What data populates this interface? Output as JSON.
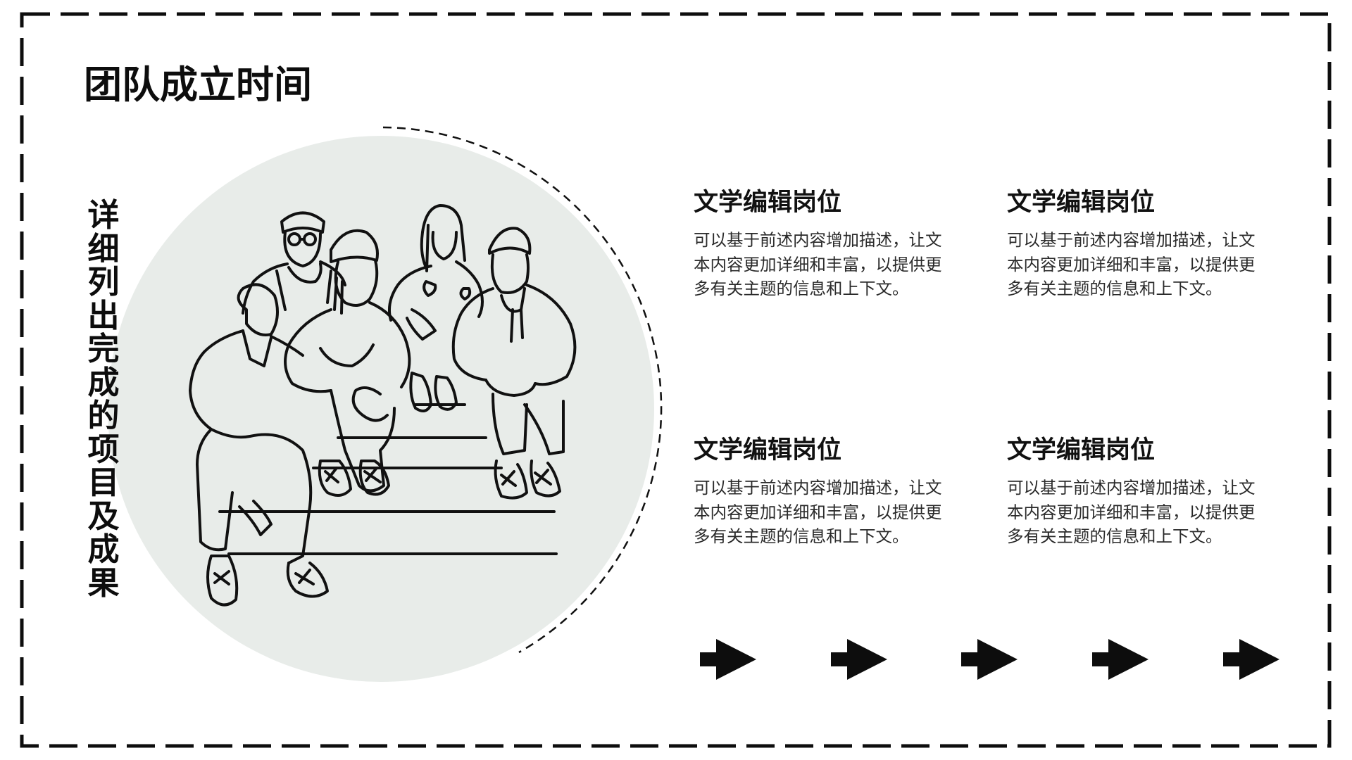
{
  "slide": {
    "title": "团队成立时间",
    "vertical_title": "详细列出完成的项目及成果",
    "colors": {
      "frame_dash": "#0d0d0d",
      "circle_fill": "#E8ECE9",
      "text_primary": "#111111",
      "text_body": "#2a2a2a",
      "arrow": "#0d0d0d"
    }
  },
  "illustration": {
    "subject": "line-art group of five young people sitting on stairs"
  },
  "cards": [
    {
      "heading": "文学编辑岗位",
      "body": "可以基于前述内容增加描述，让文本内容更加详细和丰富，以提供更多有关主题的信息和上下文。"
    },
    {
      "heading": "文学编辑岗位",
      "body": "可以基于前述内容增加描述，让文本内容更加详细和丰富，以提供更多有关主题的信息和上下文。"
    },
    {
      "heading": "文学编辑岗位",
      "body": "可以基于前述内容增加描述，让文本内容更加详细和丰富，以提供更多有关主题的信息和上下文。"
    },
    {
      "heading": "文学编辑岗位",
      "body": "可以基于前述内容增加描述，让文本内容更加详细和丰富，以提供更多有关主题的信息和上下文。"
    }
  ],
  "arrows": [
    {
      "icon": "arrow-right-icon"
    },
    {
      "icon": "arrow-right-icon"
    },
    {
      "icon": "arrow-right-icon"
    },
    {
      "icon": "arrow-right-icon"
    },
    {
      "icon": "arrow-right-icon"
    }
  ]
}
